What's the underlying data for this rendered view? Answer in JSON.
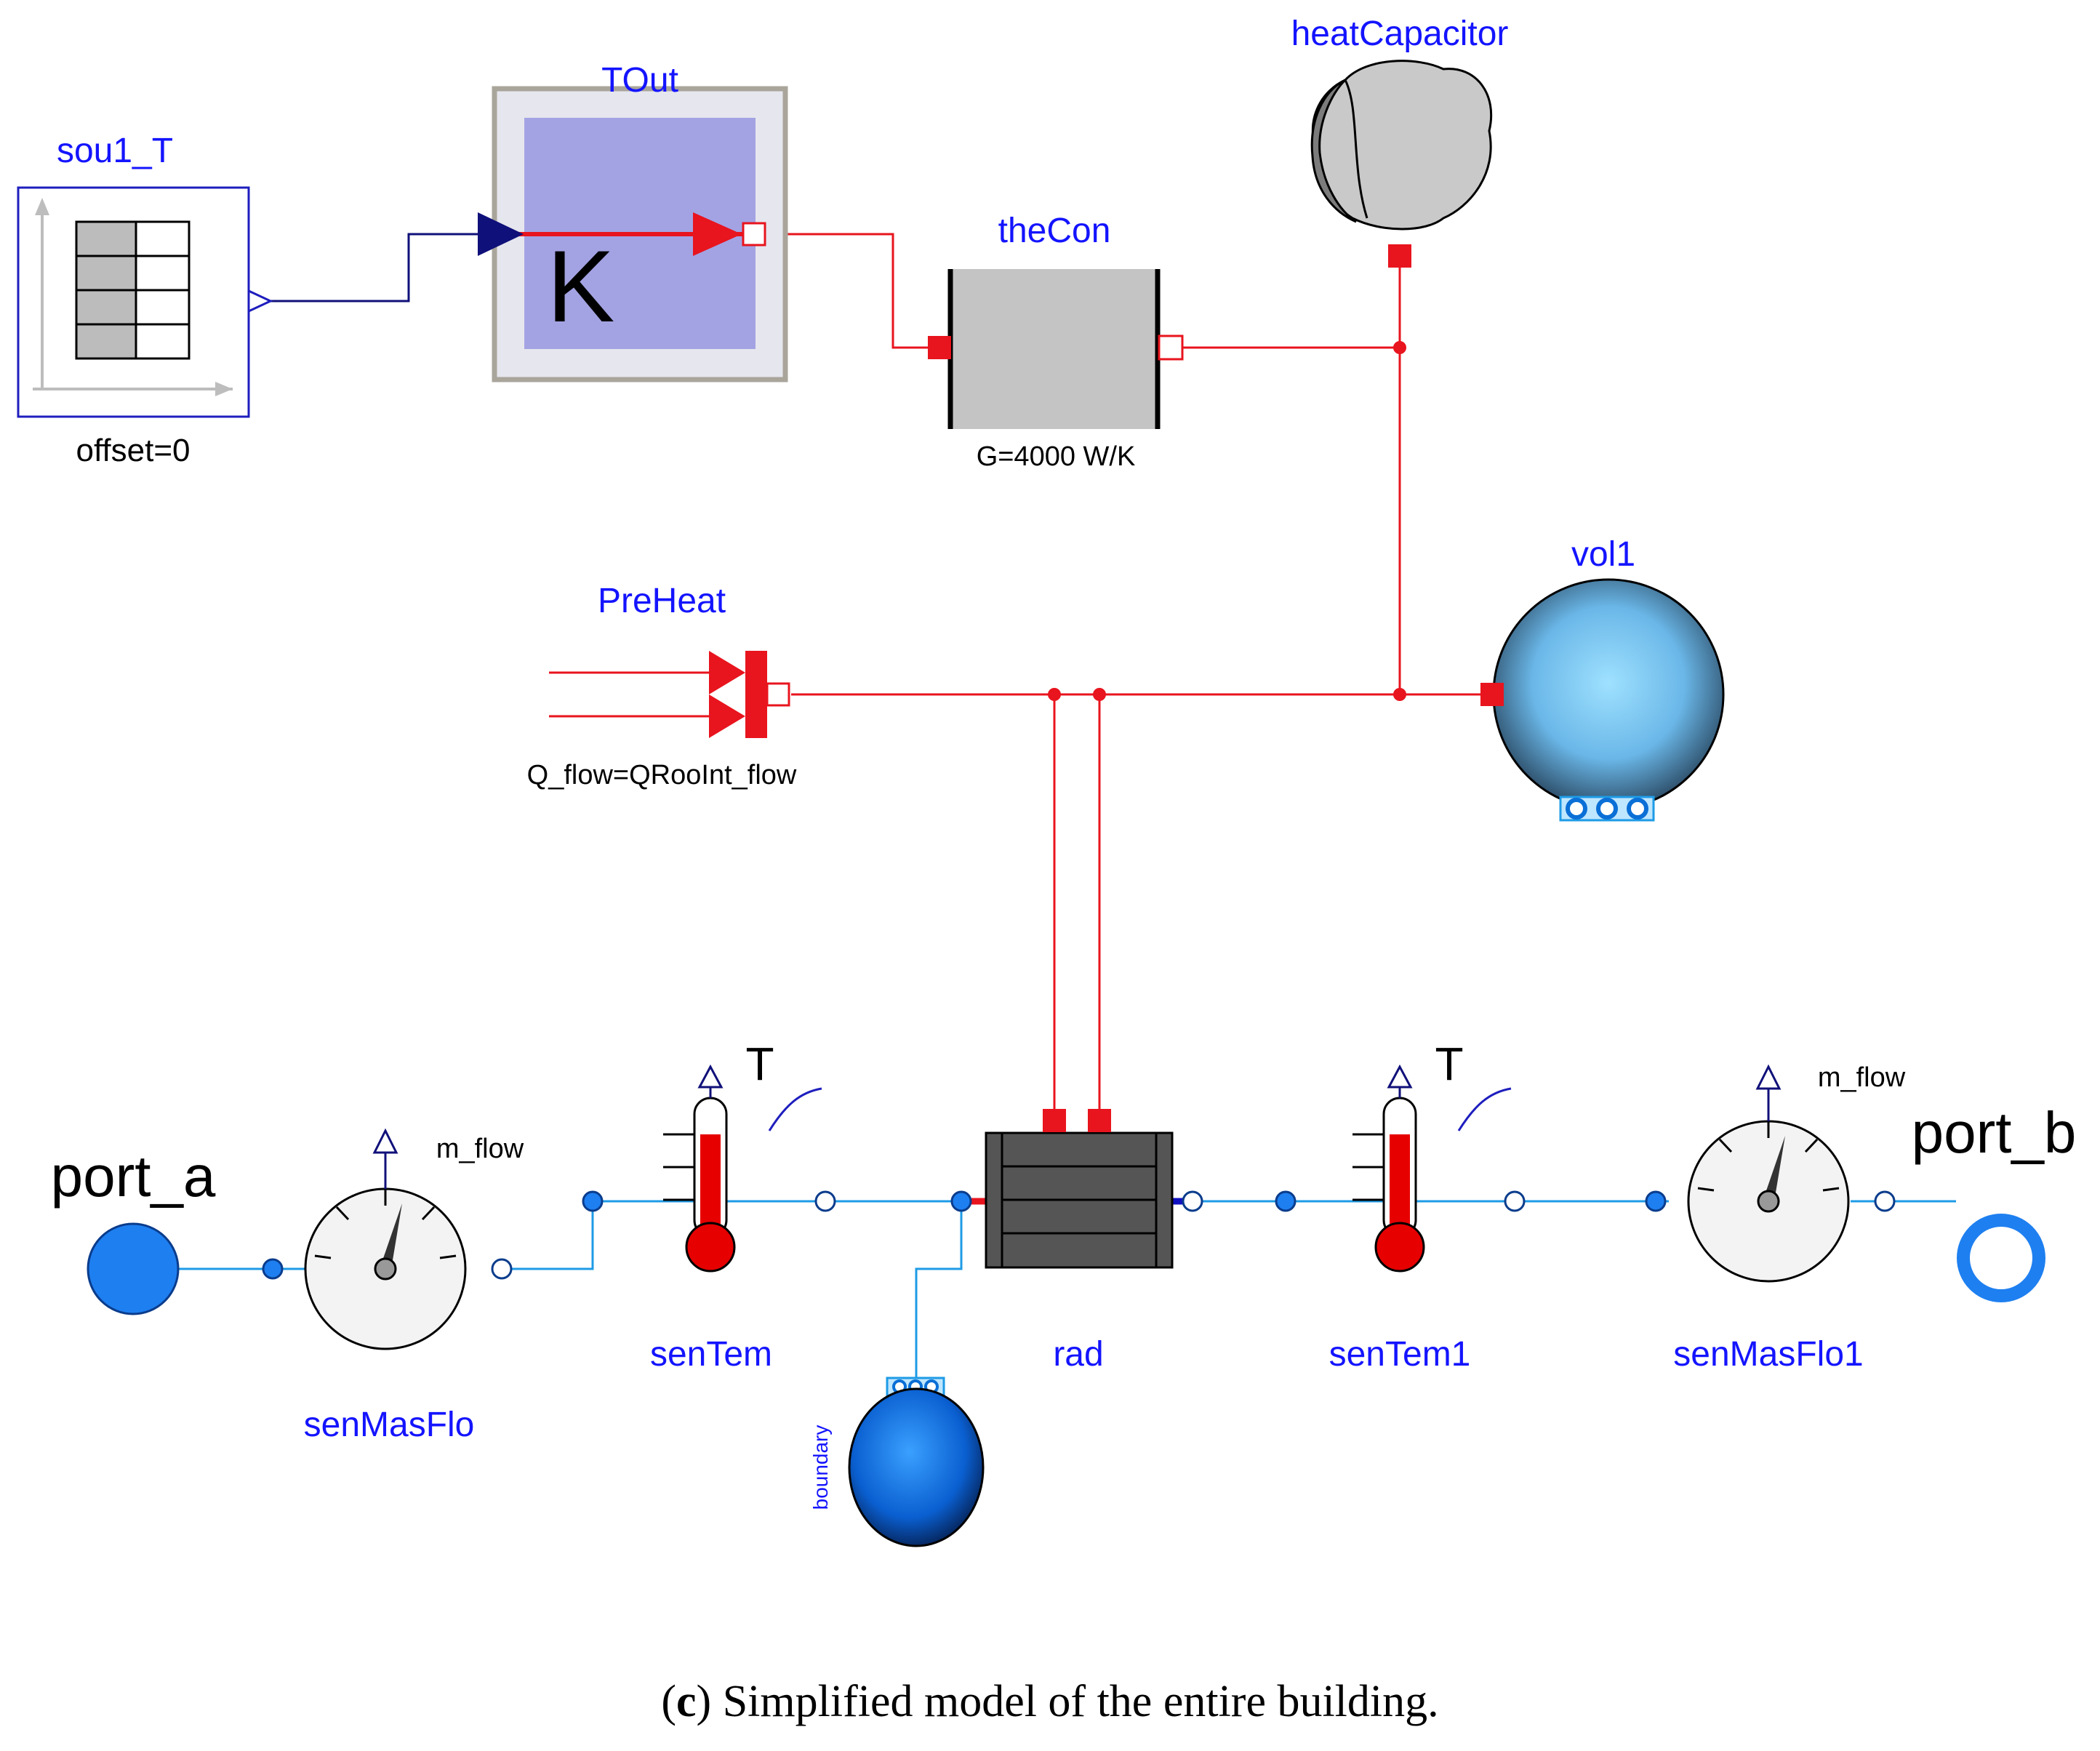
{
  "components": {
    "sou1_T": {
      "name": "sou1_T",
      "param": "offset=0"
    },
    "TOut": {
      "name": "TOut",
      "unit": "K"
    },
    "theCon": {
      "name": "theCon",
      "param": "G=4000 W/K"
    },
    "heatCapacitor": {
      "name": "heatCapacitor"
    },
    "PreHeat": {
      "name": "PreHeat",
      "param": "Q_flow=QRooInt_flow"
    },
    "vol1": {
      "name": "vol1"
    },
    "port_a": {
      "name": "port_a"
    },
    "port_b": {
      "name": "port_b"
    },
    "senMasFlo": {
      "name": "senMasFlo",
      "signal": "m_flow"
    },
    "senMasFlo1": {
      "name": "senMasFlo1",
      "signal": "m_flow"
    },
    "senTem": {
      "name": "senTem",
      "signal": "T"
    },
    "senTem1": {
      "name": "senTem1",
      "signal": "T"
    },
    "rad": {
      "name": "rad"
    },
    "boundary": {
      "name": "boundary"
    }
  },
  "caption": {
    "letter": "c",
    "text": " Simplified model of the entire building."
  },
  "colors": {
    "label_blue": "#1414ff",
    "heat_red": "#e8141e",
    "fluid_blue": "#1e9be6",
    "signal_navy": "#10107a"
  }
}
